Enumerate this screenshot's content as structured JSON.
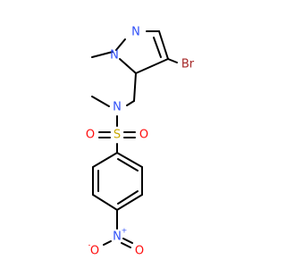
{
  "atoms": {
    "n_pyrazole_2": {
      "label": "N",
      "color": "#3050F8"
    },
    "n_pyrazole_1": {
      "label": "N",
      "color": "#3050F8"
    },
    "bromine": {
      "label": "Br",
      "color": "#A62929"
    },
    "n_sulfonamide": {
      "label": "N",
      "color": "#3050F8"
    },
    "sulfur": {
      "label": "S",
      "color": "#C9A800"
    },
    "oxygen_left": {
      "label": "O",
      "color": "#FF0D0D"
    },
    "oxygen_right": {
      "label": "O",
      "color": "#FF0D0D"
    },
    "n_nitro": {
      "label": "N",
      "color": "#3050F8"
    },
    "nitro_charge_plus": {
      "label": "+",
      "color": "#3050F8"
    },
    "oxygen_nitro_left": {
      "label": "O",
      "color": "#FF0D0D"
    },
    "nitro_charge_minus": {
      "label": "-",
      "color": "#FF0D0D"
    },
    "oxygen_nitro_right": {
      "label": "O",
      "color": "#FF0D0D"
    }
  },
  "bond_color": "#000000"
}
